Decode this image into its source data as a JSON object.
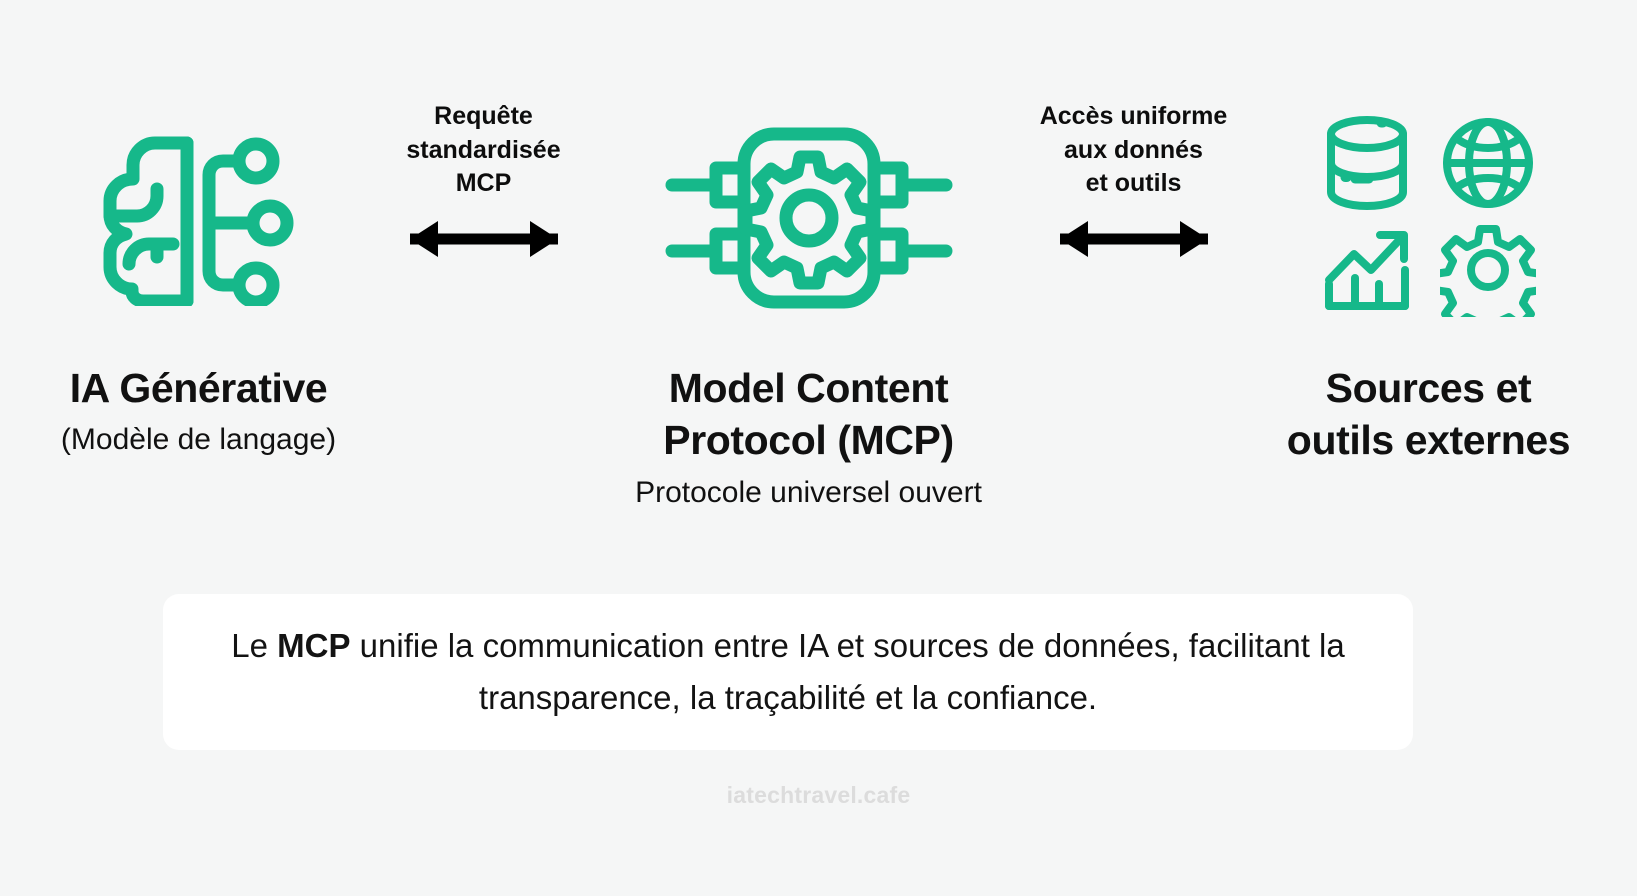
{
  "theme": {
    "background": "#f5f6f6",
    "accent": "#16b88a",
    "text": "#111111",
    "card_background": "#ffffff",
    "footer_text_color": "#dcdcdc"
  },
  "nodes": [
    {
      "id": "generative-ai",
      "icon": "brain-circuit-icon",
      "title": "IA Générative",
      "subtitle": "(Modèle de langage)"
    },
    {
      "id": "mcp",
      "icon": "chip-gear-icon",
      "title": "Model Content\nProtocol (MCP)",
      "subtitle": "Protocole universel ouvert"
    },
    {
      "id": "external-sources",
      "icons": [
        "database-icon",
        "globe-icon",
        "growth-chart-icon",
        "gear-icon"
      ],
      "title": "Sources et\noutils externes",
      "subtitle": ""
    }
  ],
  "arrows": [
    {
      "id": "arrow-left",
      "label": "Requête\nstandardisée\nMCP",
      "direction": "bidirectional",
      "icon": "double-arrow-icon"
    },
    {
      "id": "arrow-right",
      "label": "Accès uniforme\naux donnés\net outils",
      "direction": "bidirectional",
      "icon": "double-arrow-icon"
    }
  ],
  "summary": {
    "prefix": "Le ",
    "highlight": "MCP",
    "suffix": " unifie la communication entre IA et sources de données, facilitant la transparence, la traçabilité et la confiance."
  },
  "footer": {
    "watermark": "iatechtravel.cafe"
  }
}
